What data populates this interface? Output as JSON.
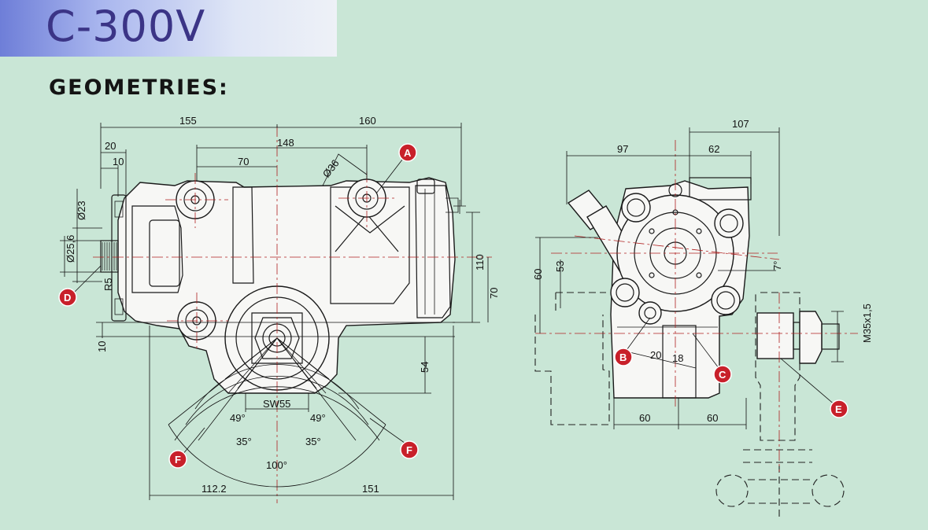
{
  "title": "C-300V",
  "heading": "GEOMETRIES:",
  "colors": {
    "background": "#c9e6d6",
    "title_text": "#3b3486",
    "marker": "#c8202a",
    "centerline": "#b02020"
  },
  "dimensions": {
    "d155": "155",
    "d160": "160",
    "d148": "148",
    "d20": "20",
    "d10": "10",
    "d70a": "70",
    "dia36": "Ø36",
    "dia23": "Ø23",
    "dia256": "Ø25,6",
    "r5": "R5",
    "d110": "110",
    "d70b": "70",
    "d10b": "10",
    "d54": "54",
    "sw55": "SW55",
    "a49l": "49°",
    "a49r": "49°",
    "a35l": "35°",
    "a35r": "35°",
    "a100": "100°",
    "d1122": "112.2",
    "d151": "151",
    "d107": "107",
    "d97": "97",
    "d62": "62",
    "d60a": "60",
    "d53": "53",
    "a7": "7°",
    "d20s": "20",
    "d18": "18",
    "m35": "M35x1,5",
    "d60b": "60",
    "d60c": "60"
  },
  "markers": {
    "A": "A",
    "B": "B",
    "C": "C",
    "D": "D",
    "E": "E",
    "F1": "F",
    "F2": "F"
  }
}
